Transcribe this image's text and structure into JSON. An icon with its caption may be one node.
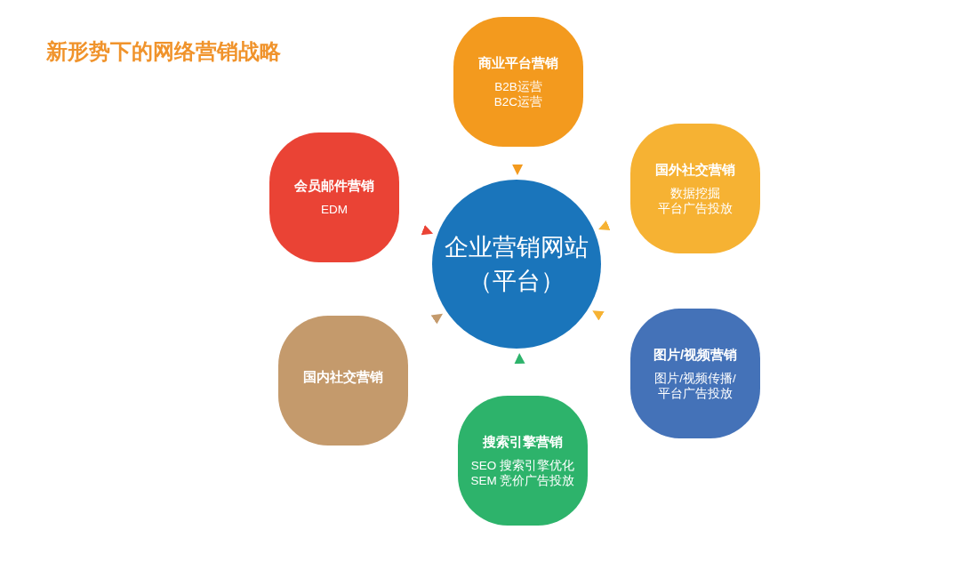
{
  "diagram": {
    "title": "新形势下的网络营销战略",
    "nodes": [
      {
        "text": [
          "企业营销网站（平台）"
        ]
      },
      {
        "text": [
          "商业平台营销",
          "B2B运营",
          "B2C运营"
        ]
      },
      {
        "text": [
          "国外社交营销",
          "数据挖掘",
          "平台广告投放"
        ]
      },
      {
        "text": [
          "图片/视频营销",
          "图片/视频传播/",
          "平台广告投放"
        ]
      },
      {
        "text": [
          "搜索引擎营销",
          "SEO 搜索引擎优化",
          "SEM 竞价广告投放"
        ]
      },
      {
        "text": [
          "国内社交营销"
        ]
      },
      {
        "text": [
          "会员邮件营销",
          "EDM"
        ]
      }
    ],
    "edges": [
      {
        "from": 1,
        "to": 0,
        "arrow": "to",
        "color": "#f39a1e"
      },
      {
        "from": 2,
        "to": 0,
        "arrow": "to",
        "color": "#f6b233"
      },
      {
        "from": 3,
        "to": 0,
        "arrow": "to",
        "color": "#f6b233"
      },
      {
        "from": 4,
        "to": 0,
        "arrow": "to",
        "color": "#2db36b"
      },
      {
        "from": 5,
        "to": 0,
        "arrow": "to",
        "color": "#c49a6c"
      },
      {
        "from": 6,
        "to": 0,
        "arrow": "to",
        "color": "#ea4335"
      }
    ]
  }
}
